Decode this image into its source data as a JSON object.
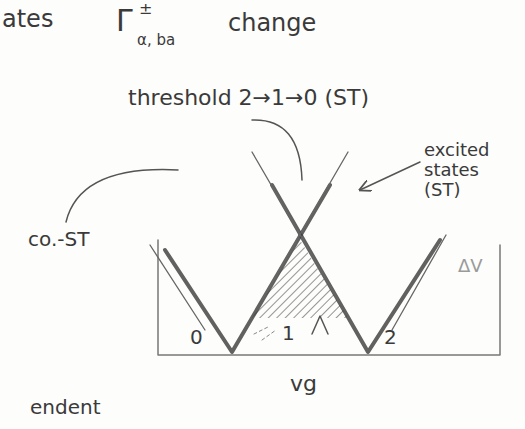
{
  "diagram": {
    "labels": [
      "ates",
      "Γ",
      "±",
      "α, ba",
      "change",
      "threshold 2→1→0 (ST)",
      "excited states (ST)",
      "co.-ST",
      "0",
      "1",
      "2",
      "vg",
      "ΔV",
      "endent"
    ]
  }
}
